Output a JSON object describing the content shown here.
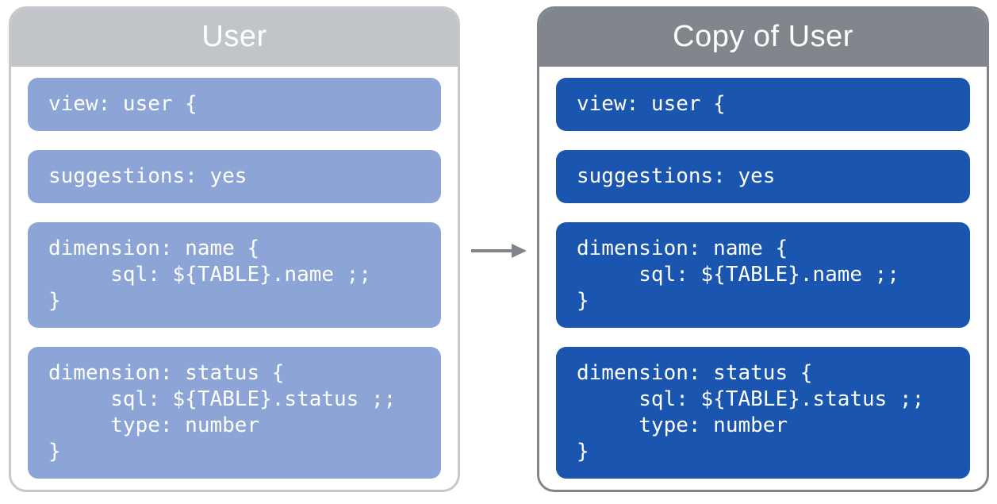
{
  "diagram": {
    "arrow": {
      "direction": "right",
      "color": "#7f858b"
    },
    "panels": [
      {
        "title": "User",
        "header_color": "#c1c5c9",
        "border_color": "#c5c9cc",
        "block_color": "#8da5d6",
        "title_color": "#ffffff",
        "code_color": "#ffffff",
        "blocks": [
          {
            "code": "view: user {"
          },
          {
            "code": "suggestions: yes"
          },
          {
            "code": "dimension: name {\n     sql: ${TABLE}.name ;;\n}"
          },
          {
            "code": "dimension: status {\n     sql: ${TABLE}.status ;;\n     type: number\n}"
          }
        ]
      },
      {
        "title": "Copy of User",
        "header_color": "#81868d",
        "border_color": "#81868d",
        "block_color": "#1a55af",
        "title_color": "#ffffff",
        "code_color": "#ffffff",
        "blocks": [
          {
            "code": "view: user {"
          },
          {
            "code": "suggestions: yes"
          },
          {
            "code": "dimension: name {\n     sql: ${TABLE}.name ;;\n}"
          },
          {
            "code": "dimension: status {\n     sql: ${TABLE}.status ;;\n     type: number\n}"
          }
        ]
      }
    ]
  }
}
